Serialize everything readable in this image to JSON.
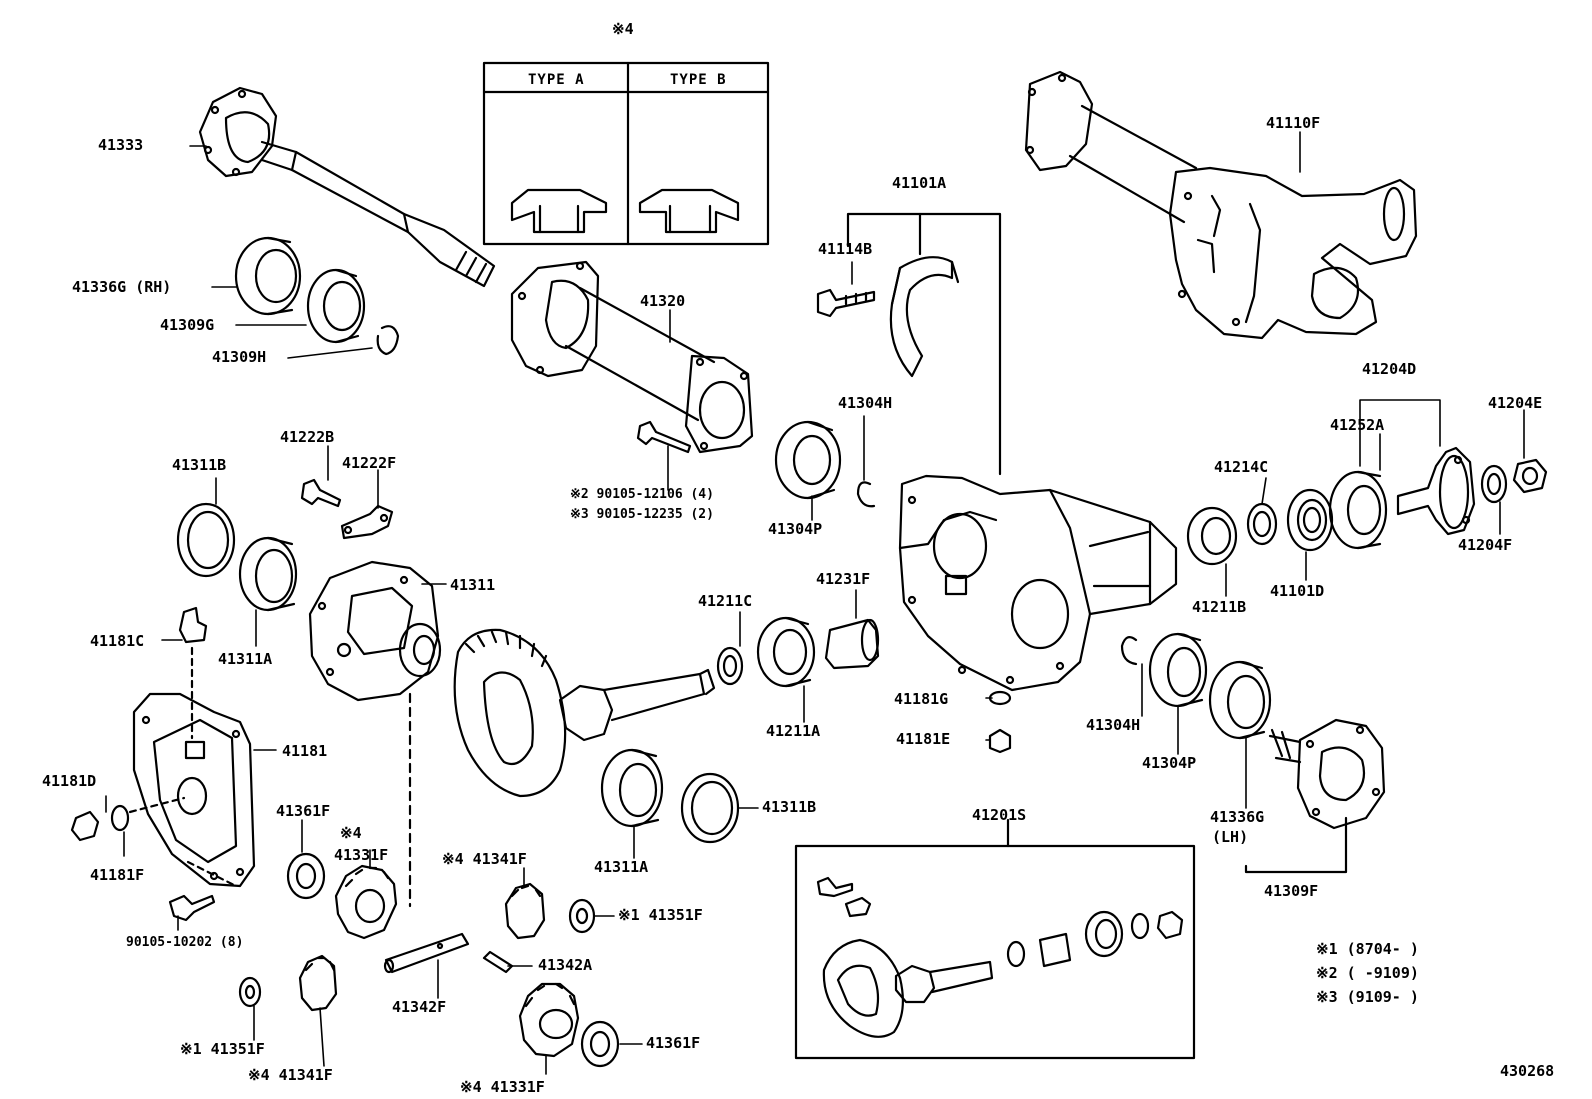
{
  "diagram_number": "430268",
  "inset": {
    "mark": "※4",
    "type_a": "TYPE  A",
    "type_b": "TYPE  B"
  },
  "legend": [
    "※1 (8704-    )",
    "※2 (    -9109)",
    "※3 (9109-    )"
  ],
  "callouts": [
    "41333",
    "41336G (RH)",
    "41309G",
    "41309H",
    "41320",
    "41101A",
    "41114B",
    "41110F",
    "41304H",
    "41204D",
    "41252A",
    "41204E",
    "41214C",
    "41204F",
    "41211B",
    "41101D",
    "41222B",
    "41222F",
    "41311B",
    "41311",
    "41311A",
    "41181C",
    "41181",
    "41181D",
    "41181F",
    "90105-10202 (8)",
    "41361F",
    "※4",
    "41331F",
    "※4 41341F",
    "※1 41351F",
    "41342A",
    "41342F",
    "※1 41351F",
    "※4 41341F",
    "※4 41331F",
    "41361F",
    "※2 90105-12106 (4)",
    "※3 90105-12235 (2)",
    "41304P",
    "41211C",
    "41231F",
    "41211A",
    "41311A",
    "41311B",
    "41181G",
    "41181E",
    "41201S",
    "41304H",
    "41304P",
    "41336G",
    "(LH)",
    "41309F"
  ]
}
